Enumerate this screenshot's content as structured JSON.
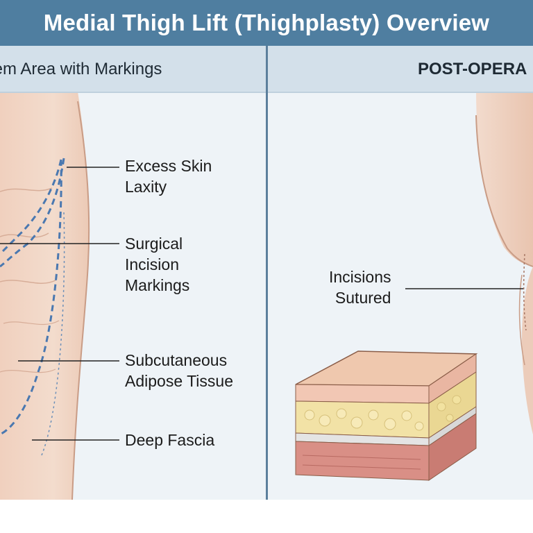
{
  "title": "Medial Thigh Lift (Thighplasty) Overview",
  "left_panel": {
    "heading": "blem Area with Markings",
    "labels": {
      "excess_skin": "Excess Skin\nLaxity",
      "incision_markings": "Surgical\nIncision\nMarkings",
      "adipose": "Subcutaneous\nAdipose Tissue",
      "fascia": "Deep Fascia"
    }
  },
  "right_panel": {
    "heading": "POST-OPERA",
    "labels": {
      "sutured": "Incisions\nSutured"
    }
  },
  "colors": {
    "title_bar": "#4f7ea0",
    "panel_bg": "#eef3f7",
    "panel_head_bg": "#d3e0ea",
    "skin": "#efd2c2",
    "dashed_marking": "#4a78b0",
    "divider": "#5b7f9c"
  }
}
